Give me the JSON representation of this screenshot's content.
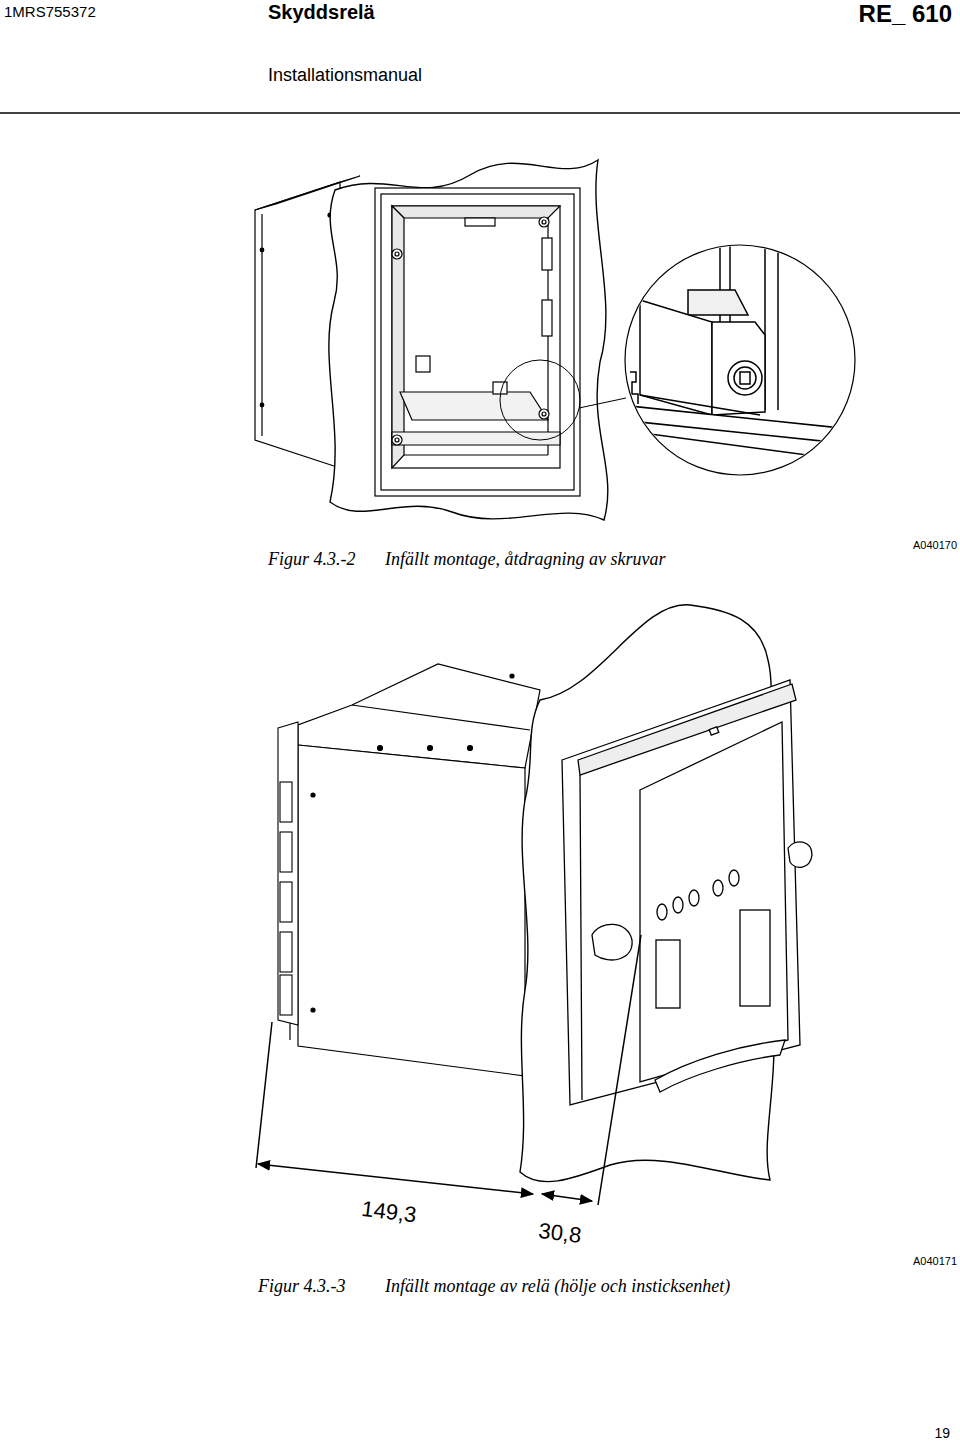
{
  "diagram": {
    "labels": [
      "1MRS755372",
      "Skyddsrelä",
      "RE_ 610",
      "Installationsmanual",
      "A040170",
      "Figur 4.3.-2",
      "Infällt montage, åtdragning av skruvar",
      "149,3",
      "30,8",
      "A040171",
      "Figur 4.3.-3",
      "Infällt montage av relä (hölje och insticksenhet)",
      "19"
    ]
  }
}
